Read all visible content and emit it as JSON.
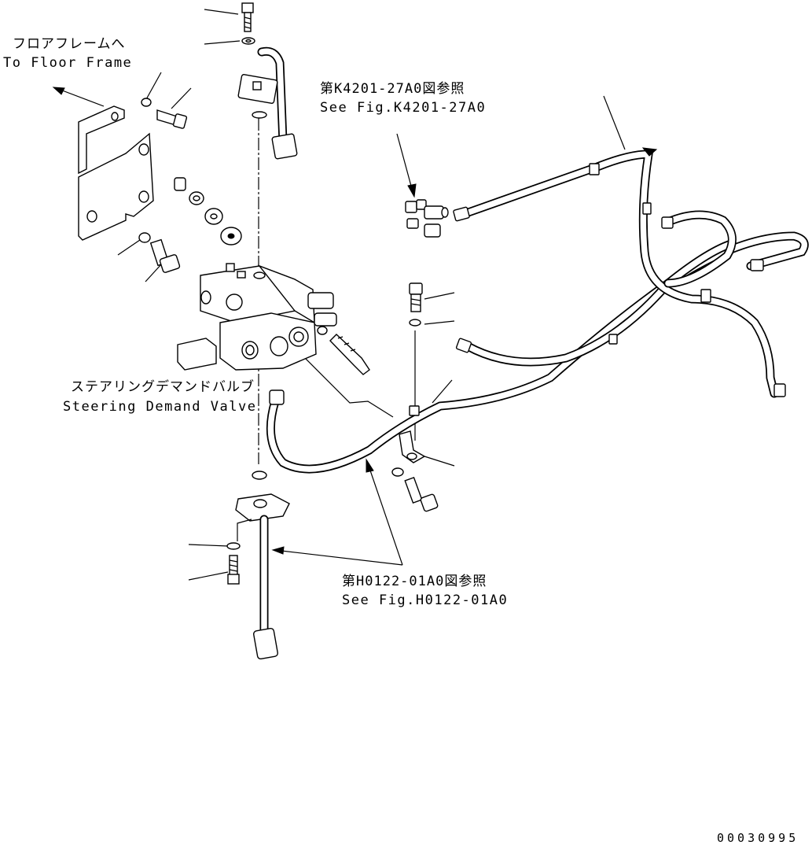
{
  "labels": {
    "floor_frame_jp": "フロアフレームへ",
    "floor_frame_en": "To Floor Frame",
    "k4201_ref_jp": "第K4201-27A0図参照",
    "k4201_ref_en": "See Fig.K4201-27A0",
    "valve_jp": "ステアリングデマンドバルブ",
    "valve_en": "Steering Demand Valve",
    "h0122_ref_jp": "第H0122-01A0図参照",
    "h0122_ref_en": "See Fig.H0122-01A0"
  },
  "document_number": "00030995",
  "colors": {
    "ink": "#000000",
    "paper": "#ffffff"
  }
}
